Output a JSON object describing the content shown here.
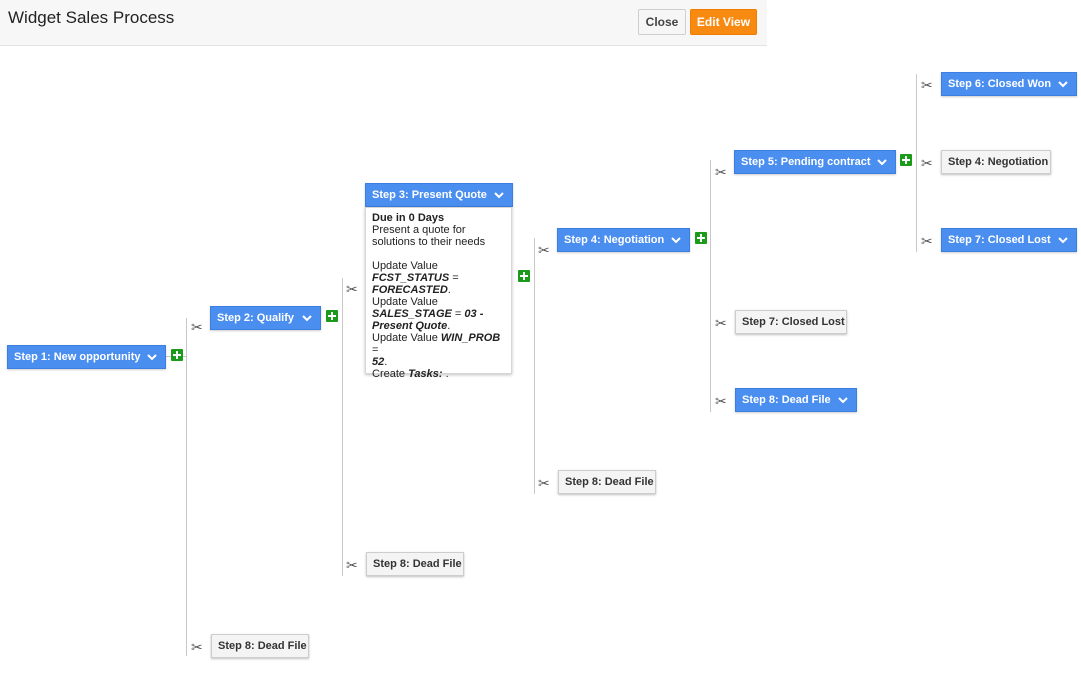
{
  "header": {
    "title": "Widget Sales Process",
    "close_label": "Close",
    "edit_label": "Edit View"
  },
  "nodes": {
    "step1_new": "Step 1: New opportunity",
    "step2_qualify": "Step 2: Qualify",
    "step3_quote": "Step 3: Present Quote",
    "step4_negotiation": "Step 4: Negotiation",
    "step5_pending": "Step 5: Pending contract",
    "step6_won": "Step 6: Closed Won",
    "step4_negotiation_b": "Step 4: Negotiation",
    "step7_lost_a": "Step 7: Closed Lost",
    "step7_lost_b": "Step 7: Closed Lost",
    "step8_dead_a": "Step 8: Dead File",
    "step8_dead_b": "Step 8: Dead File",
    "step8_dead_c": "Step 8: Dead File",
    "step8_dead_d": "Step 8: Dead File"
  },
  "detail": {
    "due": "Due in 0 Days",
    "desc_1": "Present a quote for",
    "desc_2": "solutions to their needs",
    "upd_label": "Update Value",
    "f1_key": "FCST_STATUS",
    "f1_eq": " = ",
    "f1_val": "FORECASTED",
    "f2_key": "SALES_STAGE",
    "f2_eq": " = ",
    "f2_val_1": "03 -",
    "f2_val_2": "Present Quote",
    "f3_key": "WIN_PROB",
    "f3_eq": " = ",
    "f3_val": "52",
    "period": ".",
    "create_label": "Create ",
    "tasks_label": "Tasks:",
    "tasks_tail": " ."
  },
  "icons": {
    "branch_remove": "scissors-icon",
    "add_branch": "plus-icon",
    "expand": "chevron-down-icon"
  },
  "colors": {
    "step_blue": "#4a8ef0",
    "step_gray": "#f4f4f4",
    "edit_orange": "#f88a12",
    "plus_green": "#1a9b1a"
  }
}
